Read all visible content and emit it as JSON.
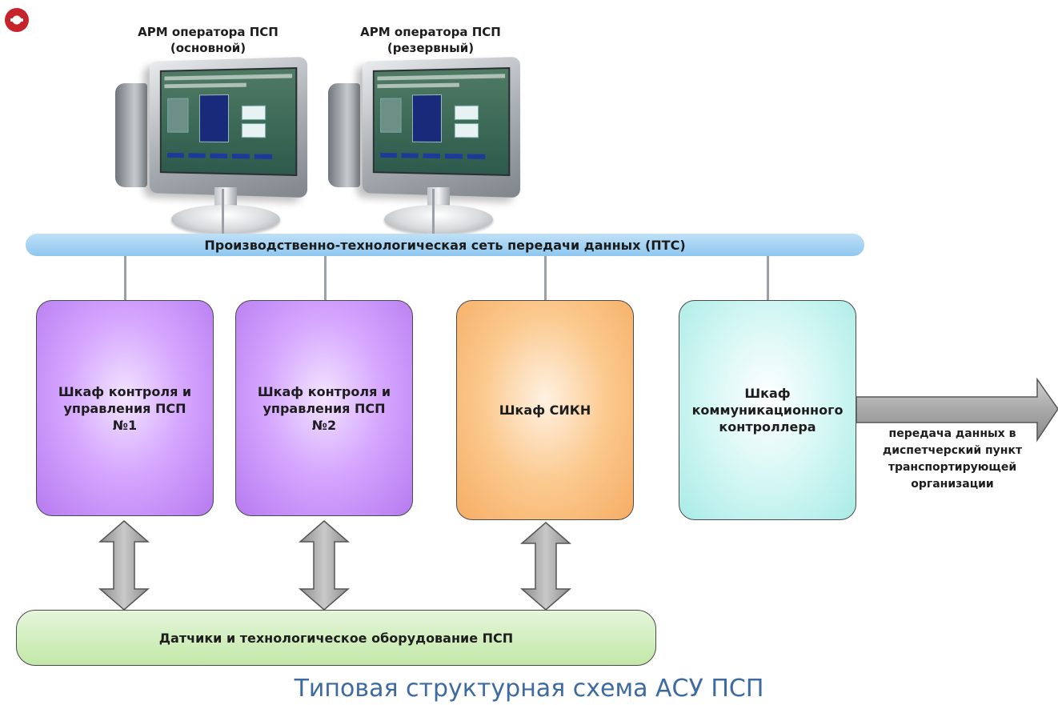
{
  "workstations": [
    {
      "line1": "АРМ оператора ПСП",
      "line2": "(основной)"
    },
    {
      "line1": "АРМ оператора ПСП",
      "line2": "(резервный)"
    }
  ],
  "network": {
    "label": "Производственно-технологическая сеть передачи данных (ПТС)"
  },
  "cabinets": [
    {
      "line1": "Шкаф контроля и",
      "line2": "управления ПСП",
      "line3": "№1"
    },
    {
      "line1": "Шкаф контроля и",
      "line2": "управления ПСП",
      "line3": "№2"
    },
    {
      "line1": "Шкаф СИКН"
    },
    {
      "line1": "Шкаф",
      "line2": "коммуникационного",
      "line3": "контроллера"
    }
  ],
  "output_arrow": {
    "lines": [
      "передача данных в",
      "диспетчерский пункт",
      "транспортирующей",
      "организации"
    ]
  },
  "sensors": {
    "label": "Датчики и технологическое оборудование ПСП"
  },
  "title": "Типовая структурная схема АСУ ПСП",
  "colors": {
    "network": "#8ec7ef",
    "cabinet_control": "#c28cf5",
    "cabinet_sikn": "#f8b774",
    "cabinet_comm": "#bdf0ec",
    "sensors": "#c8eab0",
    "title": "#3d6aa0"
  }
}
